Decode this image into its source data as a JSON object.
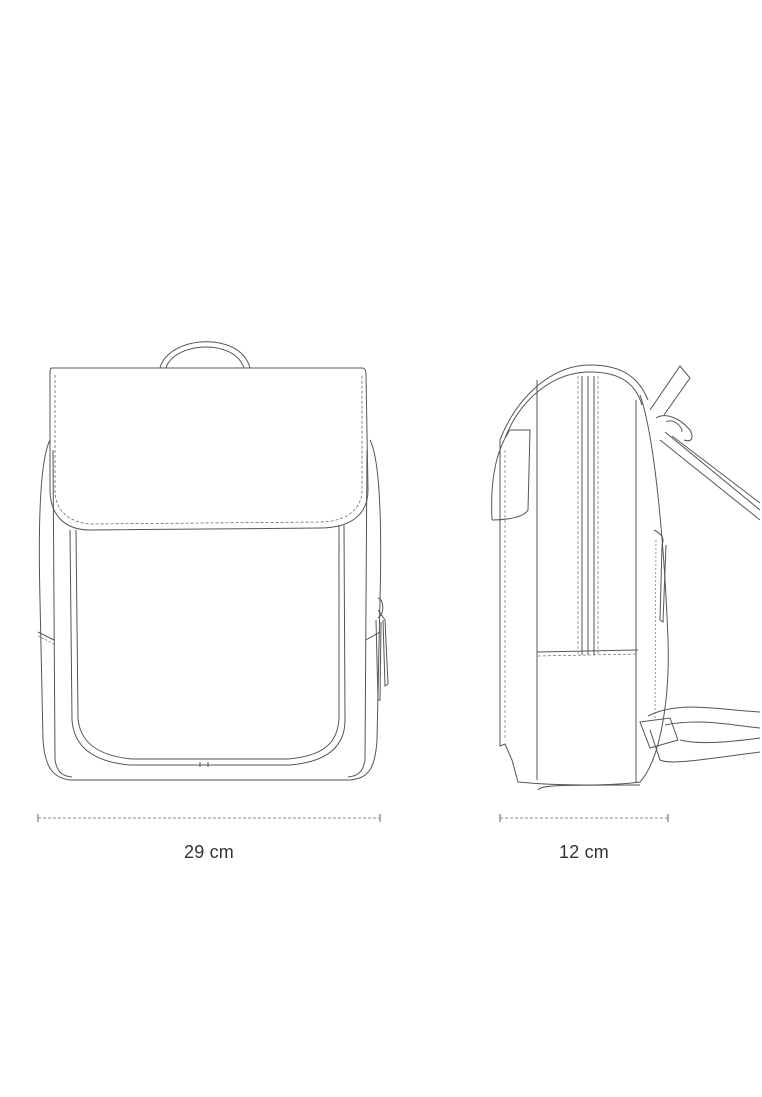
{
  "diagram": {
    "subject": "backpack technical drawing",
    "views": [
      {
        "name": "front-view",
        "dimension_label": "29 cm"
      },
      {
        "name": "side-view",
        "dimension_label": "12 cm"
      }
    ],
    "line_color": "#555555",
    "text_color": "#333333"
  }
}
